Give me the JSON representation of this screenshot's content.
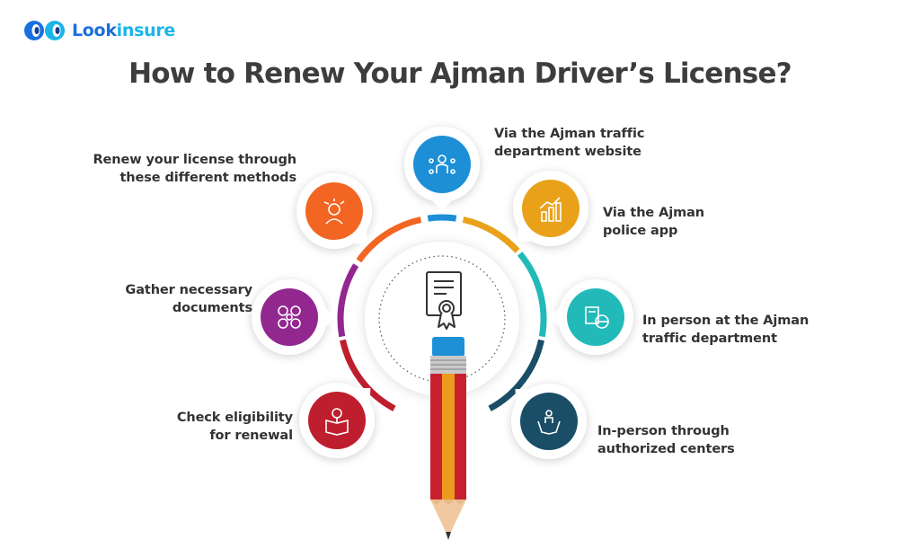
{
  "brand": {
    "name_part1": "Look",
    "name_part2": "insure"
  },
  "title": "How to Renew Your Ajman Driver’s License?",
  "steps": [
    {
      "label_line1": "Renew your license through",
      "label_line2": "these different methods",
      "color": "#f26522",
      "icon": "people-ideas-icon"
    },
    {
      "label_line1": "Gather necessary",
      "label_line2": "documents",
      "color": "#92278f",
      "icon": "documents-network-icon"
    },
    {
      "label_line1": "Check eligibility",
      "label_line2": "for renewal",
      "color": "#be1e2d",
      "icon": "book-lightbulb-icon"
    },
    {
      "label_line1": "Via the Ajman traffic",
      "label_line2": "department website",
      "color": "#1c8fd6",
      "icon": "person-network-icon"
    },
    {
      "label_line1": "Via the Ajman",
      "label_line2": "police app",
      "color": "#e9a11a",
      "icon": "growth-chart-icon"
    },
    {
      "label_line1": "In person at the Ajman",
      "label_line2": "traffic department",
      "color": "#22b9b9",
      "icon": "global-office-icon"
    },
    {
      "label_line1": "In-person through",
      "label_line2": "authorized centers",
      "color": "#1a4e66",
      "icon": "hands-people-icon"
    }
  ],
  "colors": {
    "title": "#3d3d3d",
    "text": "#333333",
    "pencil_red": "#c8202f",
    "pencil_orange": "#ec9b1f",
    "pencil_eraser": "#1e90d6",
    "pencil_wood": "#f0c9a0",
    "pencil_lead": "#333333"
  }
}
